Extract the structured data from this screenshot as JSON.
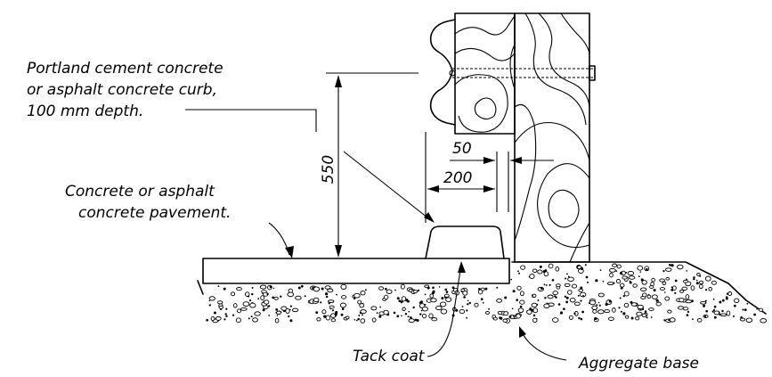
{
  "labels": {
    "curb_line1": "Portland cement concrete",
    "curb_line2": "or asphalt concrete curb,",
    "curb_line3": "100 mm depth.",
    "pavement_line1": "Concrete or asphalt",
    "pavement_line2": "concrete pavement.",
    "tack_coat": "Tack coat",
    "aggregate_base": "Aggregate base"
  },
  "dimensions": {
    "height": "550",
    "offset_200": "200",
    "offset_50": "50"
  }
}
